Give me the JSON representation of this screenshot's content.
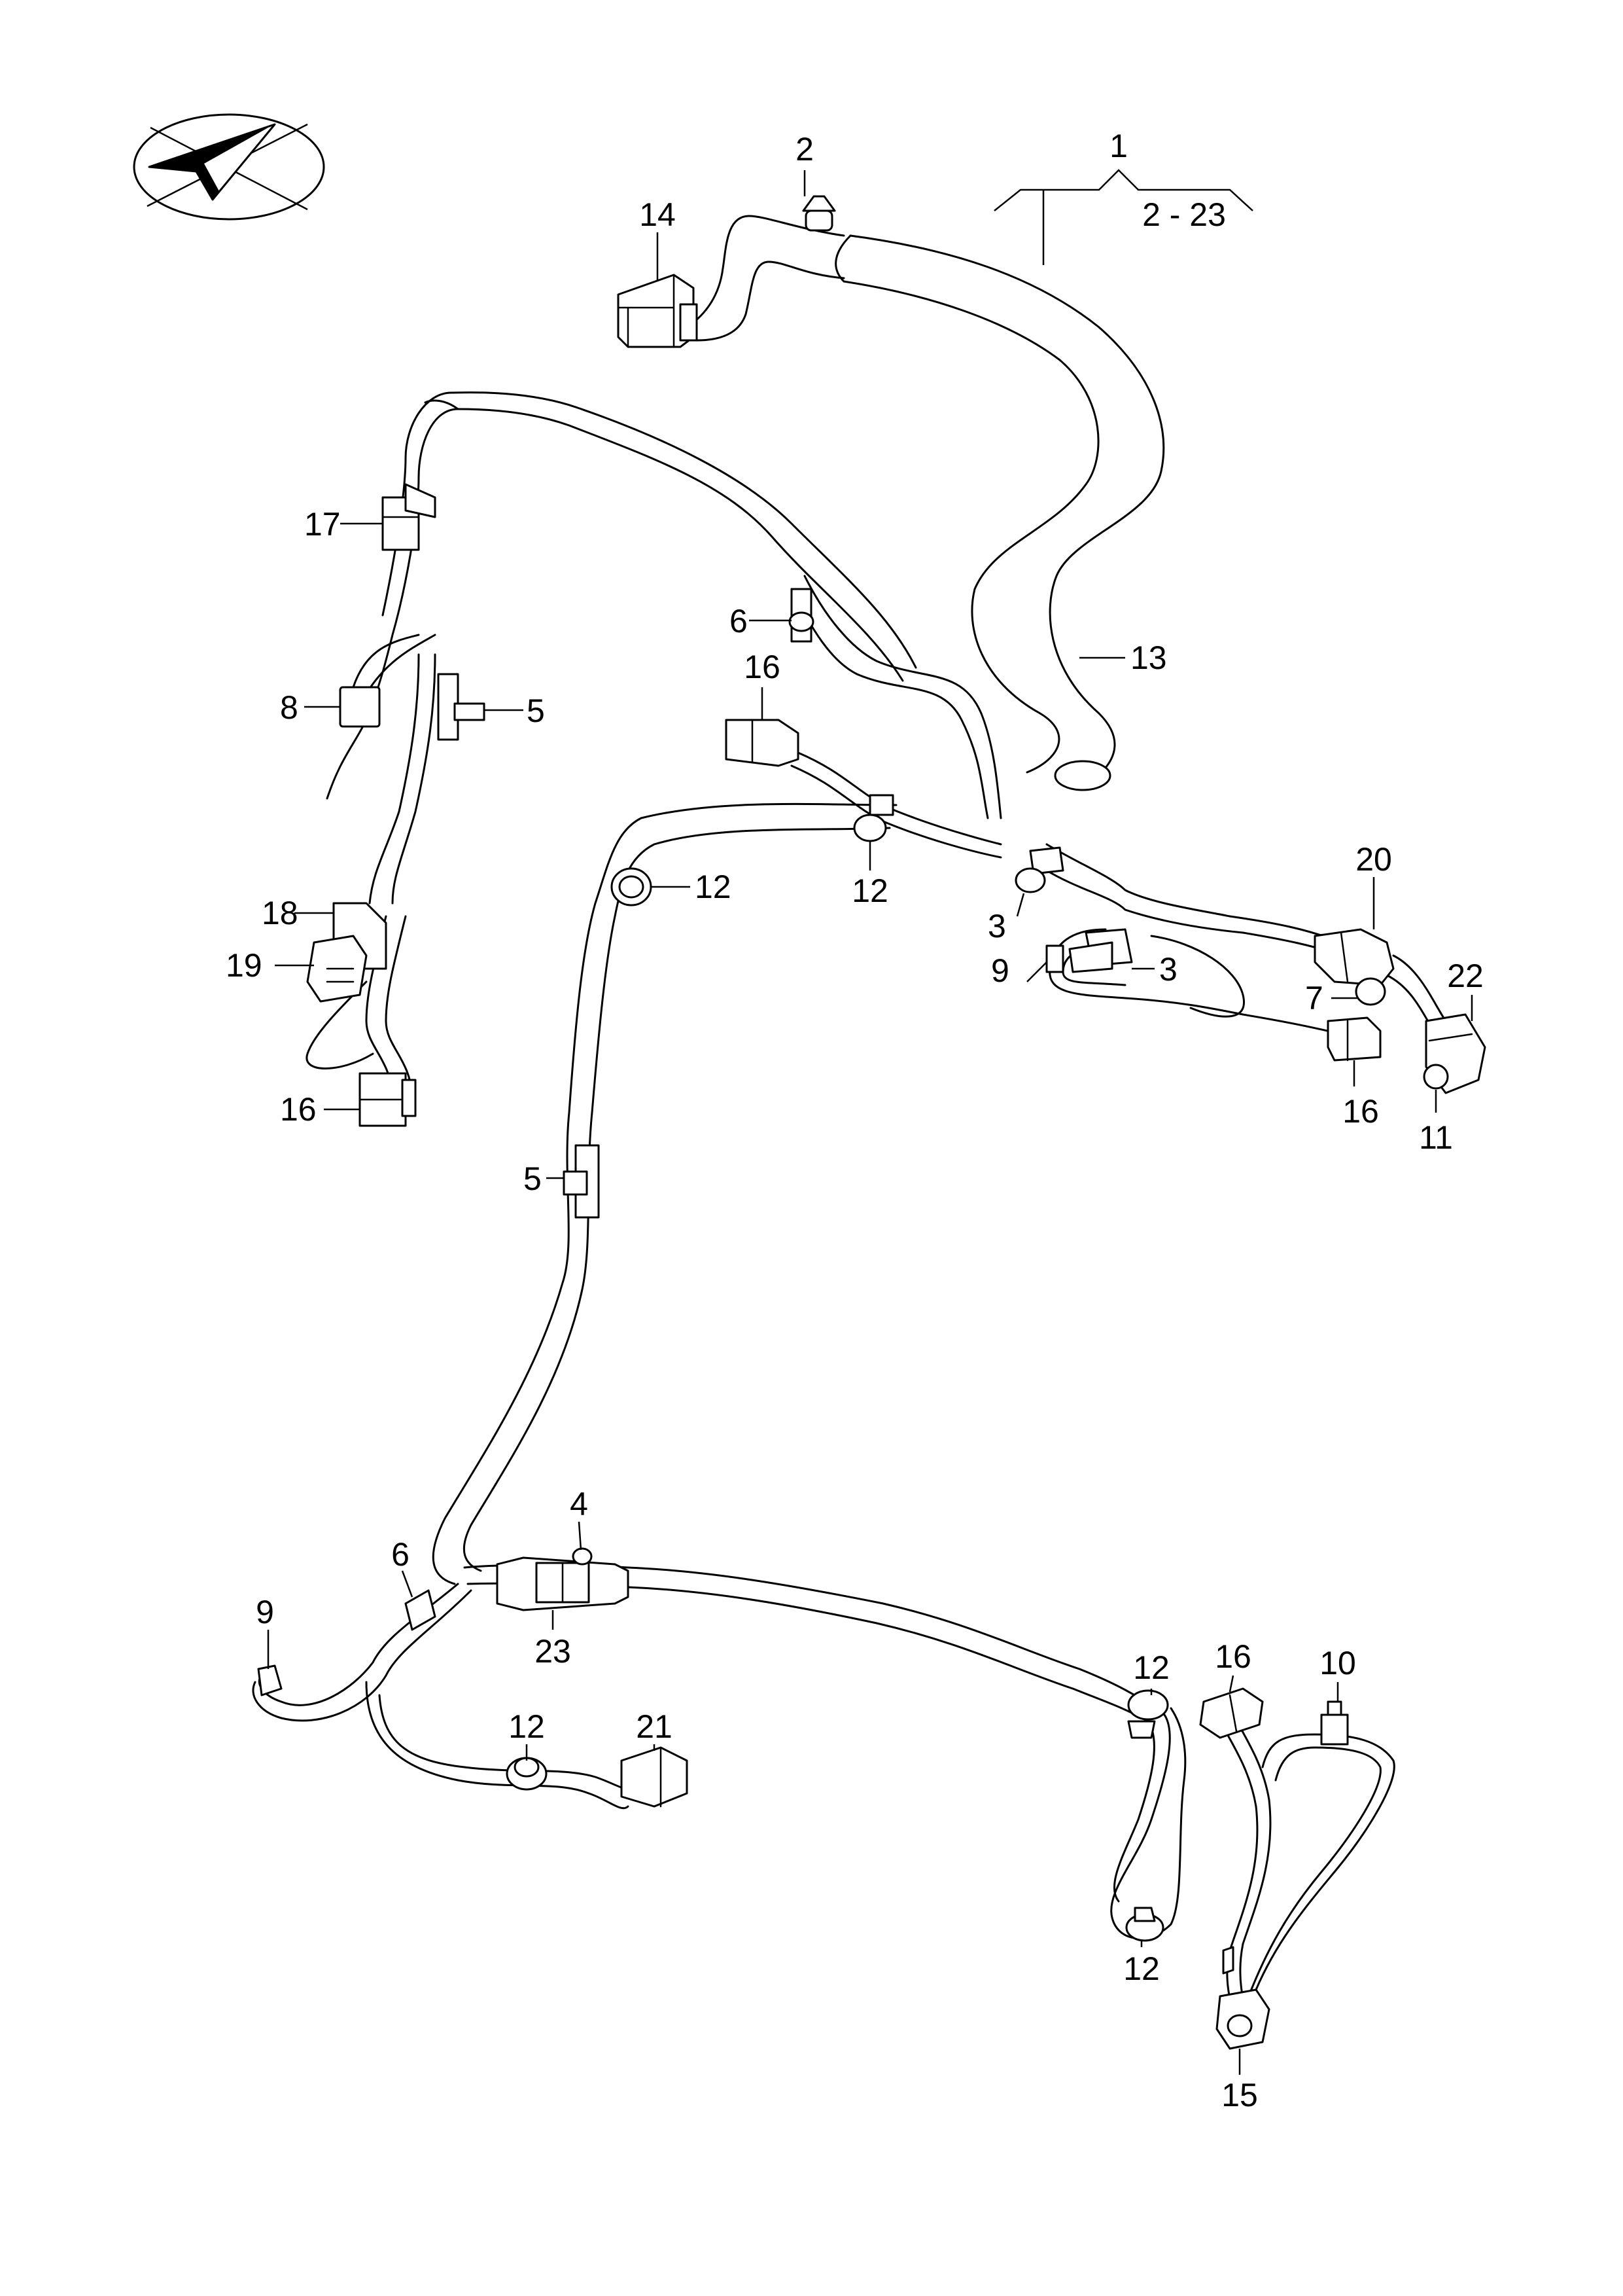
{
  "callouts": [
    {
      "id": "c1",
      "label": "1",
      "range": "2 - 23"
    },
    {
      "id": "c2",
      "label": "2"
    },
    {
      "id": "c14",
      "label": "14"
    },
    {
      "id": "c17",
      "label": "17"
    },
    {
      "id": "c6a",
      "label": "6"
    },
    {
      "id": "c13",
      "label": "13"
    },
    {
      "id": "c16a",
      "label": "16"
    },
    {
      "id": "c8",
      "label": "8"
    },
    {
      "id": "c5a",
      "label": "5"
    },
    {
      "id": "c12a",
      "label": "12"
    },
    {
      "id": "c12b",
      "label": "12"
    },
    {
      "id": "c3a",
      "label": "3"
    },
    {
      "id": "c20",
      "label": "20"
    },
    {
      "id": "c9a",
      "label": "9"
    },
    {
      "id": "c3b",
      "label": "3"
    },
    {
      "id": "c22",
      "label": "22"
    },
    {
      "id": "c7",
      "label": "7"
    },
    {
      "id": "c18",
      "label": "18"
    },
    {
      "id": "c19",
      "label": "19"
    },
    {
      "id": "c16b",
      "label": "16"
    },
    {
      "id": "c11",
      "label": "11"
    },
    {
      "id": "c16c",
      "label": "16"
    },
    {
      "id": "c5b",
      "label": "5"
    },
    {
      "id": "c4",
      "label": "4"
    },
    {
      "id": "c6b",
      "label": "6"
    },
    {
      "id": "c9b",
      "label": "9"
    },
    {
      "id": "c23",
      "label": "23"
    },
    {
      "id": "c12c",
      "label": "12"
    },
    {
      "id": "c16d",
      "label": "16"
    },
    {
      "id": "c10",
      "label": "10"
    },
    {
      "id": "c12d",
      "label": "12"
    },
    {
      "id": "c21",
      "label": "21"
    },
    {
      "id": "c12e",
      "label": "12"
    },
    {
      "id": "c15",
      "label": "15"
    }
  ],
  "colors": {
    "line": "#000000",
    "background": "#ffffff"
  },
  "icons": {
    "orientation": "direction-arrow-icon"
  }
}
